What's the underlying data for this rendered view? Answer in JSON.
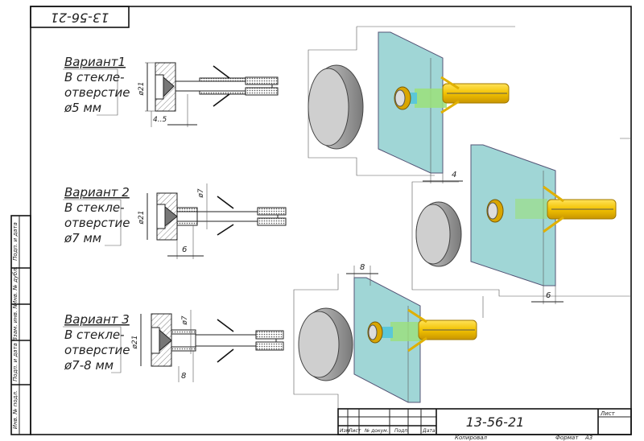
{
  "sheet": {
    "stamp_top": "13-56-21",
    "side_strip": [
      "Подп. и дата",
      "Инв. № дубл.",
      "Взам. инв. №",
      "Подп. и дата",
      "Инв. № подл."
    ]
  },
  "variants": [
    {
      "title": "Вариант1",
      "line1": "В стекле-",
      "line2": "отверстие",
      "line3": "ø5 мм",
      "dim_diameter": "ø21",
      "dim_depth": "4..5"
    },
    {
      "title": "Вариант 2",
      "line1": "В стекле-",
      "line2": "отверстие",
      "line3": "ø7 мм",
      "dim_diameter": "ø21",
      "dim_hole": "ø7",
      "dim_depth": "6"
    },
    {
      "title": "Вариант 3",
      "line1": "В стекле-",
      "line2": "отверстие",
      "line3": "ø7-8 мм",
      "dim_diameter": "ø21",
      "dim_hole": "ø7",
      "dim_depth": "8"
    }
  ],
  "views3d": [
    {
      "dim": "4"
    },
    {
      "dim": "6"
    },
    {
      "dim": "8"
    }
  ],
  "title_block": {
    "columns": [
      "Изм",
      "Лист",
      "№ докум.",
      "Подп.",
      "Дата"
    ],
    "designation": "13-56-21",
    "sheet_label": "Лист",
    "copied": "Копировал",
    "format_label": "Формат",
    "format_value": "A3"
  },
  "colors": {
    "glass": "#8fcfcf",
    "dowel": "#f2c200",
    "sleeve": "#9be07a",
    "cylinder": "#a8a8a8"
  }
}
